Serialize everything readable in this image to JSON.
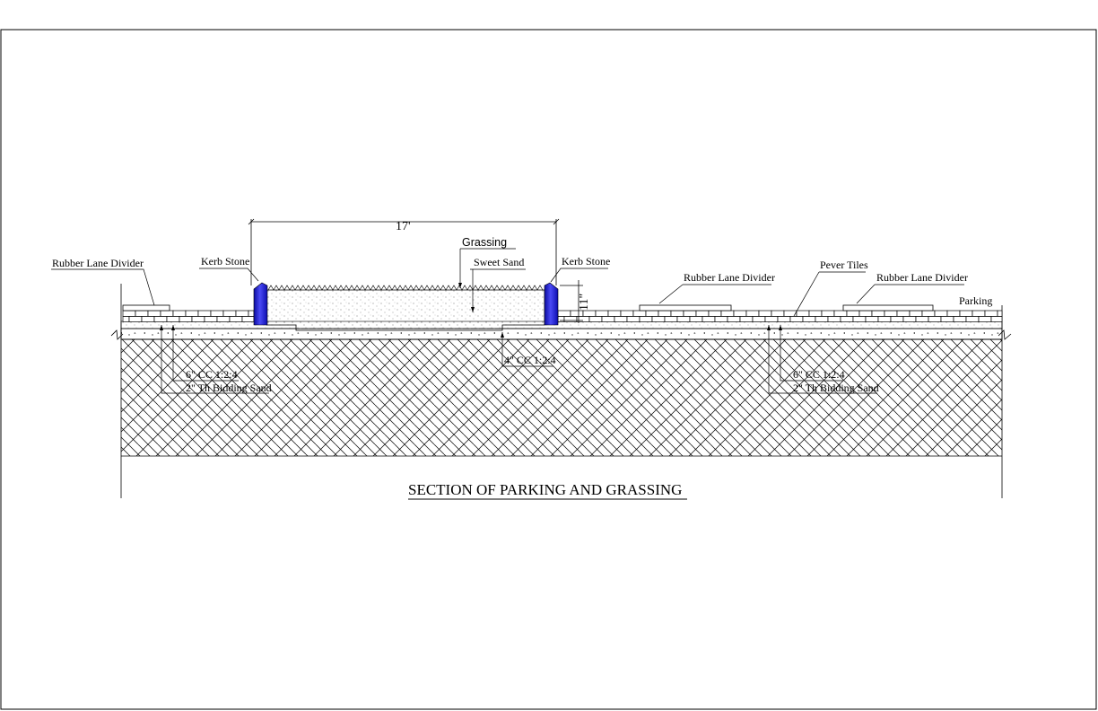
{
  "drawing": {
    "title": "SECTION OF PARKING AND GRASSING",
    "dimension_width": "17'",
    "dimension_height": "11\"",
    "labels": {
      "rubber_lane_divider_left": "Rubber Lane Divider",
      "kerb_stone_left": "Kerb Stone",
      "grassing": "Grassing",
      "sweet_sand": "Sweet Sand",
      "kerb_stone_right": "Kerb Stone",
      "rubber_lane_divider_mid": "Rubber Lane Divider",
      "pever_tiles": "Pever Tiles",
      "rubber_lane_divider_right": "Rubber Lane Divider",
      "parking": "Parking",
      "cc_left_1": "6\" CC 1:2:4",
      "cc_left_2": "2\" Th Bidding Sand",
      "cc_middle": "4\" CC 1:2:4",
      "cc_right_1": "6\" CC 1:2:4",
      "cc_right_2": "2\" Th Bidding Sand"
    },
    "colors": {
      "kerb_stone": "#2b2bd6",
      "line": "#000000"
    }
  }
}
